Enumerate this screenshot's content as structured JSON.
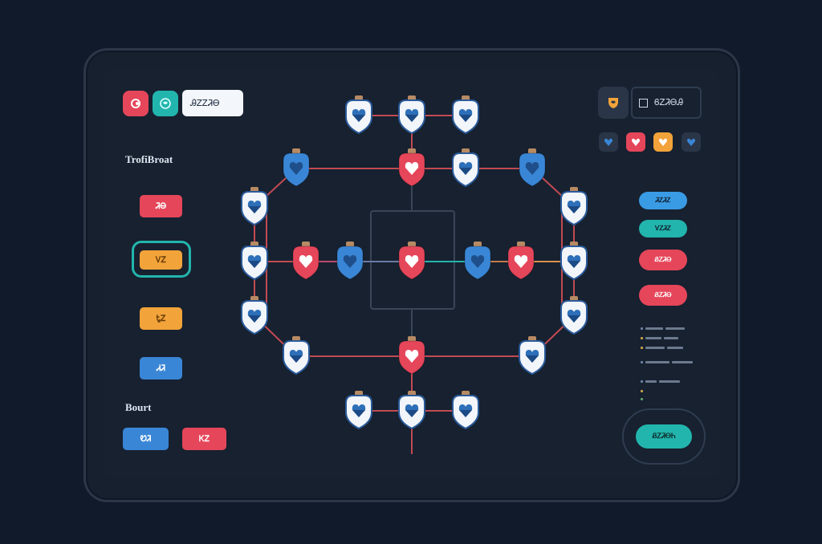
{
  "toolbar": {
    "code_field": "ᎯᏃᏃᏘᎾ",
    "top_right_field": "ᏮᏃᏘᎾᎯ"
  },
  "left_panel": {
    "section1_title": "TrofiBroat",
    "section2_title": "Bourt",
    "buttons": [
      {
        "label": "ᏘᎾ",
        "color": "#e5465a"
      },
      {
        "label": "ᏙᏃ",
        "color": "#f2a33a"
      },
      {
        "label": "ᎿᏃ",
        "color": "#f2a33a"
      },
      {
        "label": "ᏗᏘ",
        "color": "#3a86d6"
      }
    ],
    "bottom_buttons": [
      {
        "label": "ᏬᏘ",
        "color": "#3a86d6"
      },
      {
        "label": "ᏦᏃ",
        "color": "#e5465a"
      }
    ]
  },
  "right_panel": {
    "mini_icons": [
      "heart-icon-blue",
      "heart-icon-red",
      "heart-icon-yellow",
      "heart-icon-blue"
    ],
    "pills": [
      {
        "label": "ᏘᏃᏘᏃ",
        "color": "#3a9be5"
      },
      {
        "label": "ᏙᏃᏘᏃ",
        "color": "#22b5ad"
      },
      {
        "label": "ᏰᏃᏘᎾ",
        "color": "#e5465a"
      },
      {
        "label": "ᏰᏃᏘᎾ",
        "color": "#e5465a"
      }
    ],
    "action_button": "ᏰᏃᏘᎾᏂ"
  },
  "board": {
    "colors": {
      "white": "#f2f5f9",
      "blue": "#3a86d6",
      "red": "#e5465a",
      "line": "#c24a52",
      "accent": "#22b5ad"
    },
    "nodes": [
      {
        "id": "n1",
        "color": "white"
      },
      {
        "id": "n2",
        "color": "white"
      },
      {
        "id": "n3",
        "color": "white"
      },
      {
        "id": "n4",
        "color": "blue"
      },
      {
        "id": "n5",
        "color": "red"
      },
      {
        "id": "n6",
        "color": "white"
      },
      {
        "id": "n7",
        "color": "blue"
      },
      {
        "id": "n8",
        "color": "white"
      },
      {
        "id": "n9",
        "color": "white"
      },
      {
        "id": "n10",
        "color": "white"
      },
      {
        "id": "n11",
        "color": "red"
      },
      {
        "id": "n12",
        "color": "blue"
      },
      {
        "id": "n13",
        "color": "red"
      },
      {
        "id": "n14",
        "color": "blue"
      },
      {
        "id": "n15",
        "color": "red"
      },
      {
        "id": "n16",
        "color": "white"
      },
      {
        "id": "n17",
        "color": "white"
      },
      {
        "id": "n18",
        "color": "white"
      },
      {
        "id": "n19",
        "color": "white"
      },
      {
        "id": "n20",
        "color": "red"
      },
      {
        "id": "n21",
        "color": "white"
      },
      {
        "id": "n22",
        "color": "white"
      },
      {
        "id": "n23",
        "color": "white"
      },
      {
        "id": "n24",
        "color": "white"
      }
    ]
  }
}
